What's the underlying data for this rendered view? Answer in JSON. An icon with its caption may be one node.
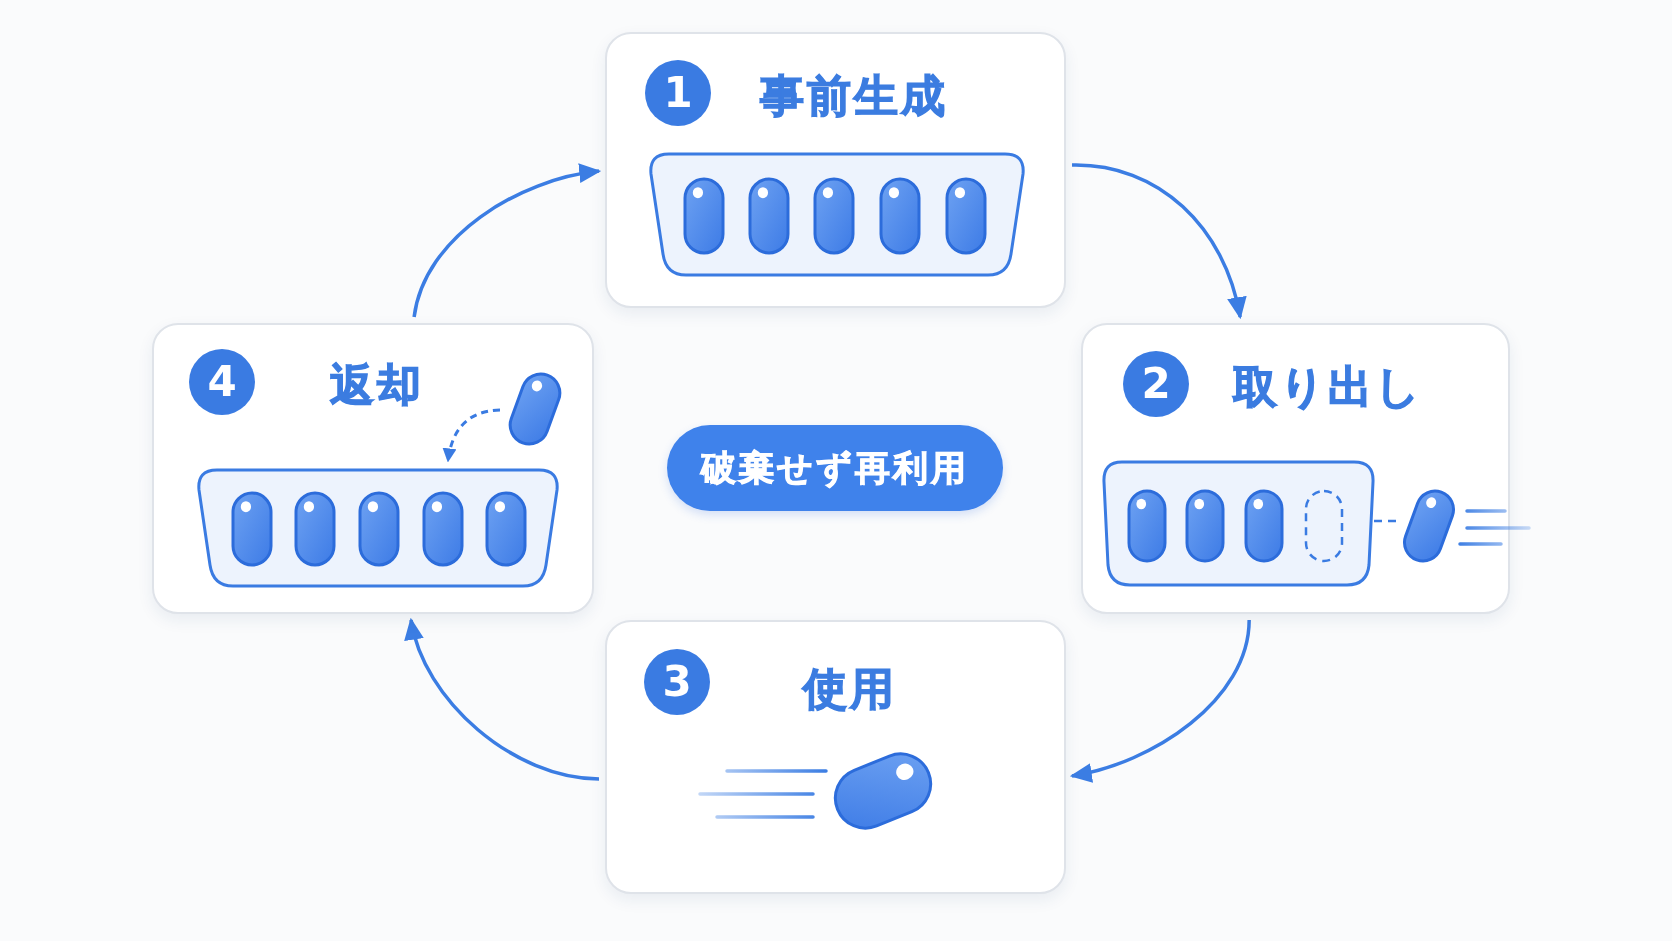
{
  "diagram": {
    "nodes": [
      {
        "text": [
          "事前生成"
        ]
      },
      {
        "text": [
          "1"
        ],
        "in": 0
      },
      {
        "text": [
          "取り出し"
        ]
      },
      {
        "text": [
          "2"
        ],
        "in": 2
      },
      {
        "text": [
          "使用"
        ]
      },
      {
        "text": [
          "3"
        ],
        "in": 4
      },
      {
        "text": [
          "返却"
        ]
      },
      {
        "text": [
          "4"
        ],
        "in": 6
      },
      {
        "text": [
          "破棄せず再利用"
        ]
      }
    ],
    "edges": [
      {
        "from": 0,
        "to": 2,
        "arrow": "to"
      },
      {
        "from": 2,
        "to": 4,
        "arrow": "to"
      },
      {
        "from": 4,
        "to": 6,
        "arrow": "to"
      },
      {
        "from": 6,
        "to": 0,
        "arrow": "to"
      }
    ]
  }
}
